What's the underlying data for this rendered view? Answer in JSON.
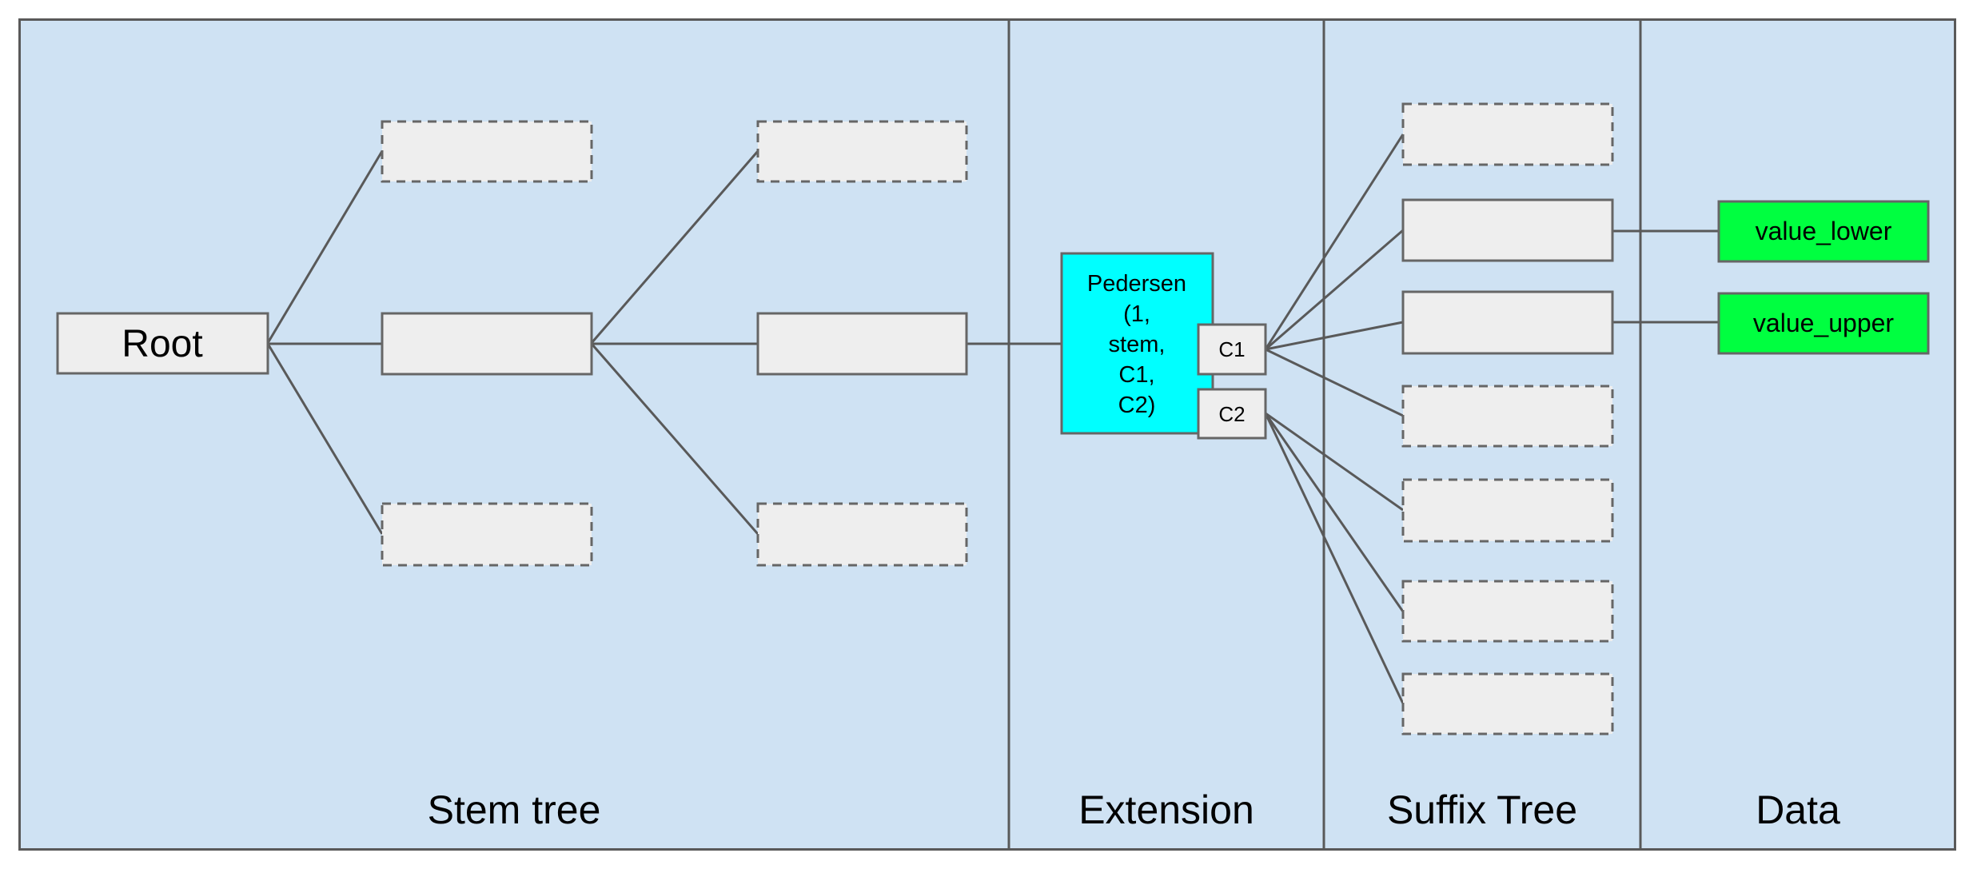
{
  "diagram": {
    "sections": [
      {
        "label": "Stem tree"
      },
      {
        "label": "Extension"
      },
      {
        "label": "Suffix Tree"
      },
      {
        "label": "Data"
      }
    ],
    "nodes": {
      "root": {
        "label": "Root"
      },
      "pedersen": {
        "label": "Pedersen (1, stem, C1, C2)",
        "lines": [
          "Pedersen",
          "(1,",
          "stem,",
          "C1,",
          "C2)"
        ]
      },
      "c1": {
        "label": "C1"
      },
      "c2": {
        "label": "C2"
      },
      "value_lower": {
        "label": "value_lower"
      },
      "value_upper": {
        "label": "value_upper"
      }
    },
    "colors": {
      "canvas_fill": "#cfe2f3",
      "node_fill": "#eeeeee",
      "node_border": "#666666",
      "edge_line": "#595959",
      "pedersen_fill": "#00ffff",
      "value_fill": "#00ff40",
      "text": "#000000",
      "page_background": "#ffffff"
    }
  }
}
